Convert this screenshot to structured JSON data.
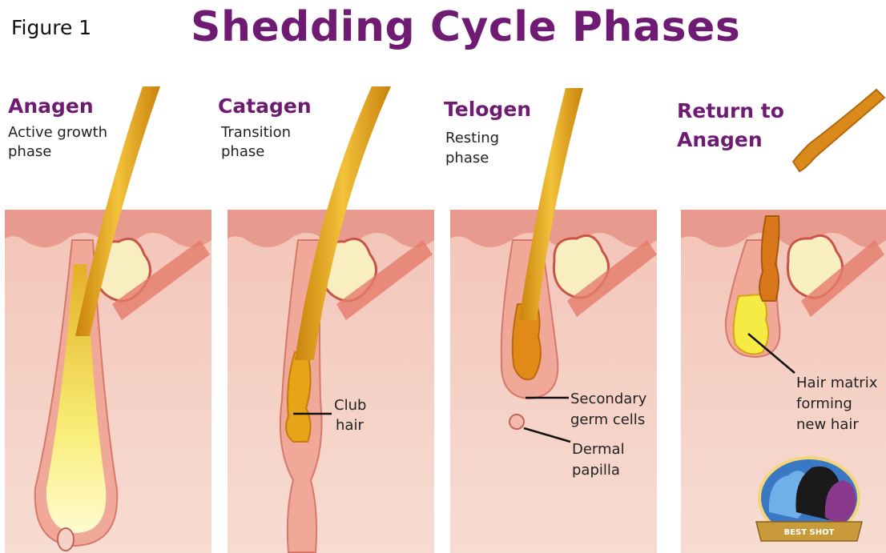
{
  "figure_label": "Figure 1",
  "title": "Shedding Cycle Phases",
  "colors": {
    "title": "#6f1a73",
    "skin": "#f7d3c9",
    "epidermis": "#e89a8e",
    "hair": "#d99a12",
    "hair_light": "#f6e25a",
    "gland": "#f9eec0"
  },
  "phases": [
    {
      "name": "Anagen",
      "desc_lines": [
        "Active growth",
        "phase"
      ]
    },
    {
      "name": "Catagen",
      "desc_lines": [
        "Transition",
        "phase"
      ]
    },
    {
      "name": "Telogen",
      "desc_lines": [
        "Resting",
        "phase"
      ]
    },
    {
      "name_lines": [
        "Return to",
        "Anagen"
      ]
    }
  ],
  "callouts": {
    "club_hair": [
      "Club",
      "hair"
    ],
    "secondary_germ_cells": [
      "Secondary",
      "germ cells"
    ],
    "dermal_papilla": [
      "Dermal",
      "papilla"
    ],
    "hair_matrix": [
      "Hair matrix",
      "forming",
      "new hair"
    ]
  },
  "logo": {
    "text": "BEST SHOT"
  }
}
